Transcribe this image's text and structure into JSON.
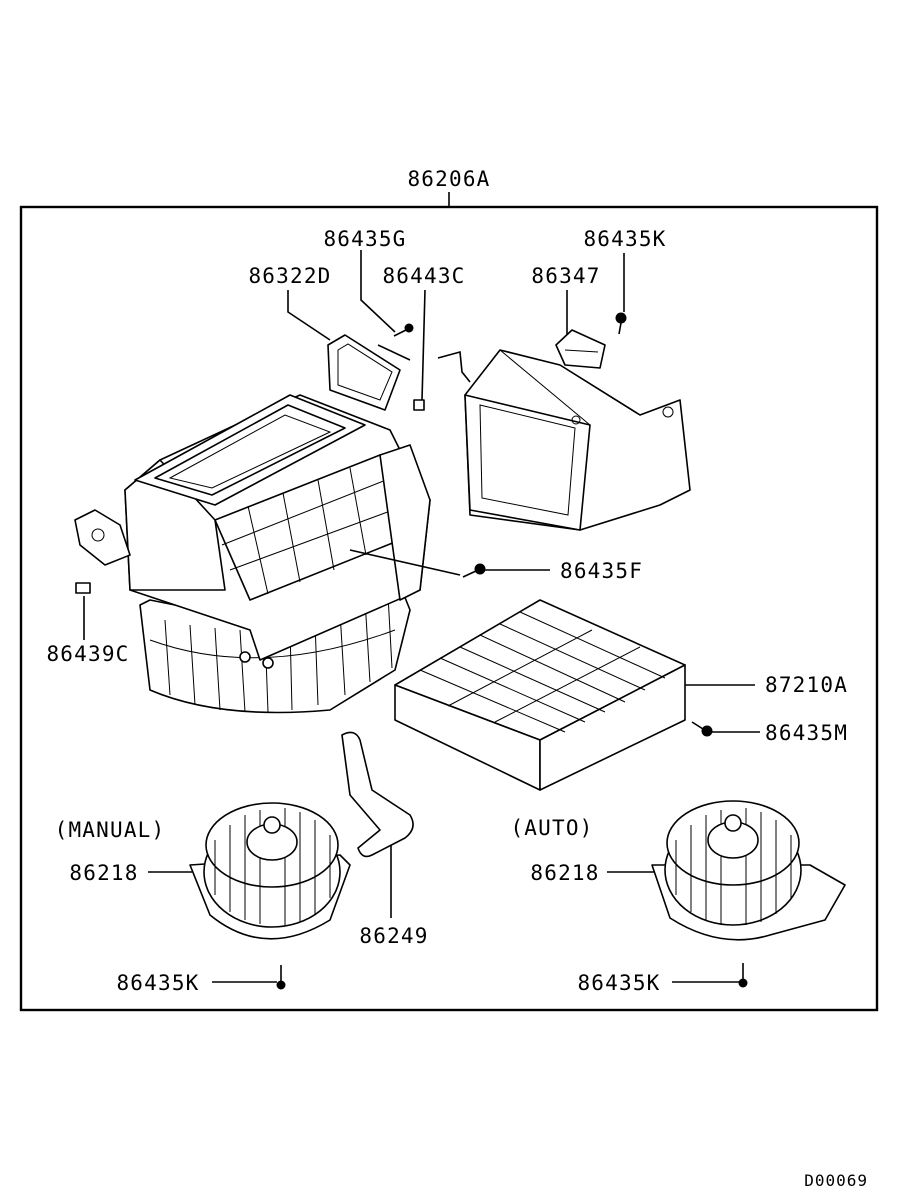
{
  "assembly_label": "86206A",
  "variants": {
    "manual": "(MANUAL)",
    "auto": "(AUTO)"
  },
  "parts": {
    "p86435G": "86435G",
    "p86322D": "86322D",
    "p86443C": "86443C",
    "p86435K_top": "86435K",
    "p86347": "86347",
    "p86435F": "86435F",
    "p86439C": "86439C",
    "p87210A": "87210A",
    "p86435M": "86435M",
    "p86218_manual": "86218",
    "p86218_auto": "86218",
    "p86249": "86249",
    "p86435K_manual": "86435K",
    "p86435K_auto": "86435K"
  },
  "diagram_code": "D00069"
}
